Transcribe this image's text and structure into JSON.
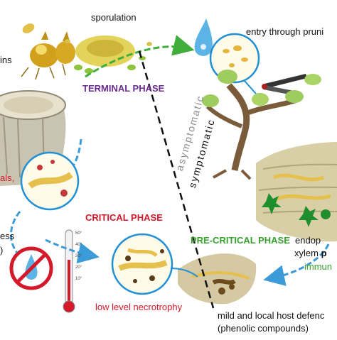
{
  "labels": {
    "sporulation": "sporulation",
    "left_top": "ins",
    "terminal_phase": "TERMINAL PHASE",
    "entry": "entry through pruni",
    "asymptomatic": "asymptomatic",
    "symptomatic": "symptomatic",
    "left_red": "als,",
    "critical_phase": "CRITICAL PHASE",
    "left_stress": "ess",
    "left_paren": ")",
    "pre_critical": "PRE-CRITICAL PHASE",
    "endop": "endop",
    "xylem": "xylem",
    "xylem_p": "p",
    "immun": "immun",
    "low_level": "low level necrotrophy",
    "mild": "mild and local host defenc",
    "phenolic": "(phenolic compounds)"
  },
  "thermometer_scale": [
    "50°",
    "40°",
    "30°",
    "20°",
    "10°"
  ],
  "colors": {
    "terminal": "#6a2c8f",
    "critical": "#d4192a",
    "precritical": "#39a02e",
    "arrow_green": "#3fae3a",
    "arrow_blue": "#3a9bd8",
    "circle": "#1f8fd6"
  }
}
